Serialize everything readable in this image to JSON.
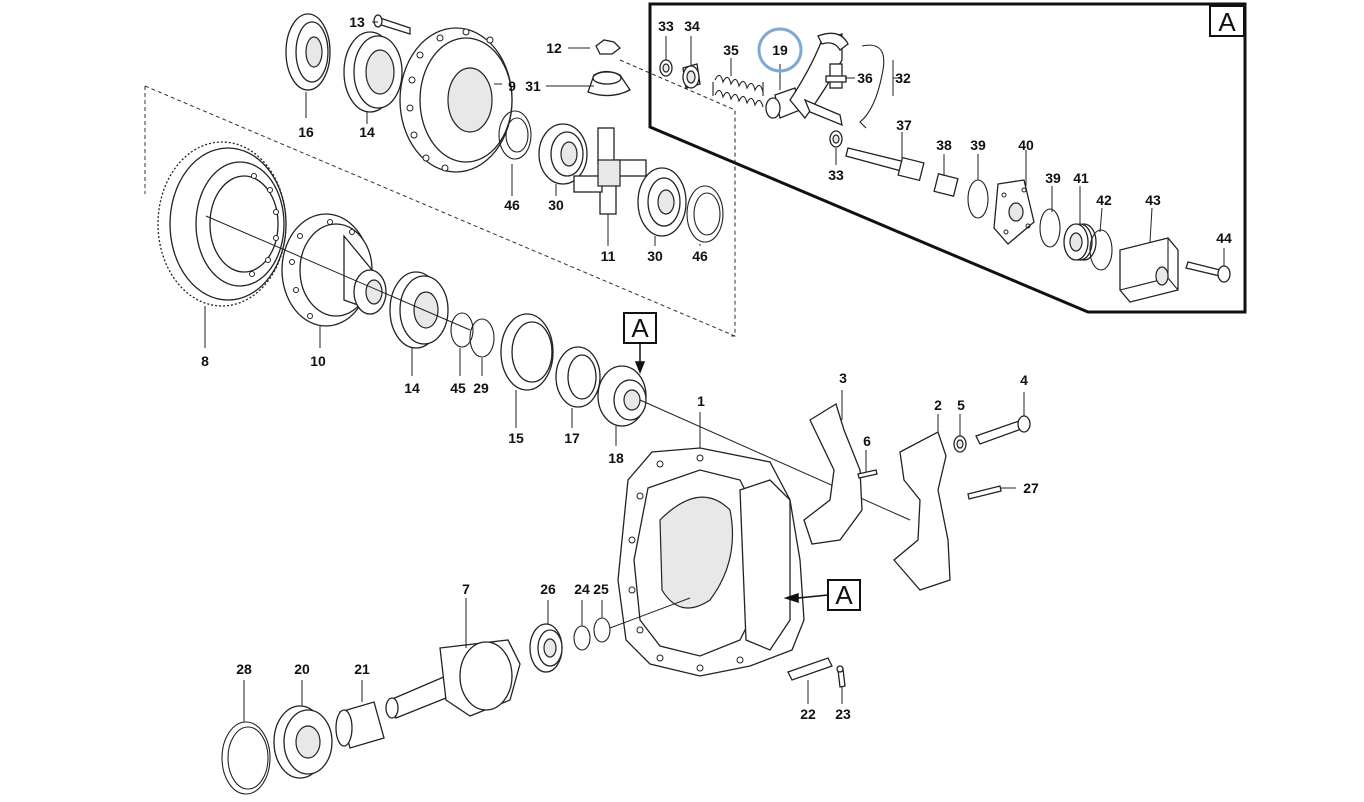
{
  "diagram": {
    "detail_label": "A",
    "highlighted_callout": "19",
    "highlight_color": "#7fa9d4",
    "callouts": {
      "c1": "1",
      "c2": "2",
      "c3": "3",
      "c4": "4",
      "c5": "5",
      "c6": "6",
      "c7": "7",
      "c8": "8",
      "c9": "9",
      "c10": "10",
      "c11": "11",
      "c12": "12",
      "c13": "13",
      "c14a": "14",
      "c14b": "14",
      "c15": "15",
      "c16": "16",
      "c17": "17",
      "c18": "18",
      "c19": "19",
      "c20": "20",
      "c21": "21",
      "c22": "22",
      "c23": "23",
      "c24": "24",
      "c25": "25",
      "c26": "26",
      "c27": "27",
      "c28": "28",
      "c29": "29",
      "c30a": "30",
      "c30b": "30",
      "c31": "31",
      "c32": "32",
      "c33a": "33",
      "c33b": "33",
      "c34": "34",
      "c35": "35",
      "c36": "36",
      "c37": "37",
      "c38": "38",
      "c39a": "39",
      "c39b": "39",
      "c40": "40",
      "c41": "41",
      "c42": "42",
      "c43": "43",
      "c44": "44",
      "c45": "45",
      "c46a": "46",
      "c46b": "46"
    }
  }
}
